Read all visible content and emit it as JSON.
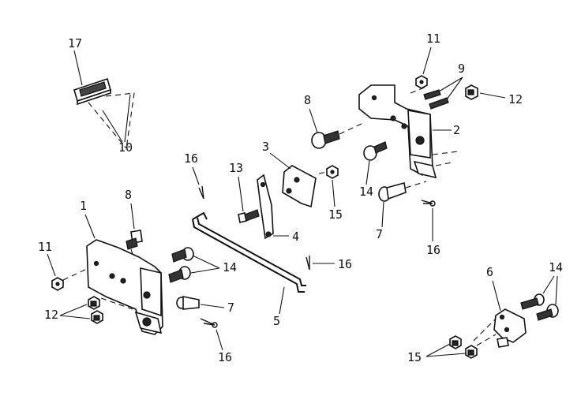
{
  "callouts": {
    "c1": "1",
    "c2": "2",
    "c3": "3",
    "c4": "4",
    "c5": "5",
    "c6": "6",
    "c7a": "7",
    "c7b": "7",
    "c8a": "8",
    "c8b": "8",
    "c9": "9",
    "c10": "10",
    "c11a": "11",
    "c11b": "11",
    "c12a": "12",
    "c12b": "12",
    "c13": "13",
    "c14a": "14",
    "c14b": "14",
    "c14c": "14",
    "c15a": "15",
    "c15b": "15",
    "c16a": "16",
    "c16b": "16",
    "c16c": "16",
    "c16d": "16",
    "c17": "17"
  }
}
